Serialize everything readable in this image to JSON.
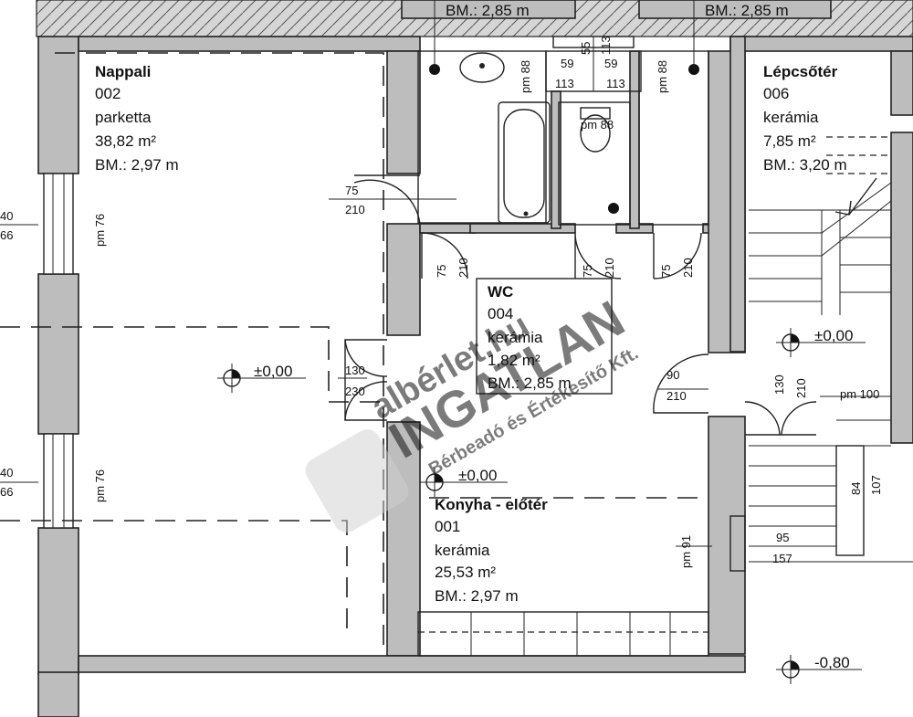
{
  "rooms": {
    "nappali": {
      "name": "Nappali",
      "number": "002",
      "floor": "parketta",
      "area": "38,82 m²",
      "height": "BM.: 2,97 m"
    },
    "wc": {
      "name": "WC",
      "number": "004",
      "floor": "kerámia",
      "area": "1,82 m²",
      "height": "BM.: 2,85 m"
    },
    "lepcsoter": {
      "name": "Lépcsőtér",
      "number": "006",
      "floor": "kerámia",
      "area": "7,85 m²",
      "height": "BM.: 3,20 m"
    },
    "konyha": {
      "name": "Konyha - előtér",
      "number": "001",
      "floor": "kerámia",
      "area": "25,53 m²",
      "height": "BM.: 2,97 m"
    }
  },
  "top_heights": {
    "left": "BM.: 2,85 m",
    "right": "BM.: 2,85 m"
  },
  "levels": {
    "nappali": "±0,00",
    "konyha": "±0,00",
    "lepcso": "±0,00",
    "outside": "-0,80"
  },
  "dims": {
    "win_left_1_a": "40",
    "win_left_1_b": "66",
    "win_left_2_a": "40",
    "win_left_2_b": "66",
    "pm76_a": "pm 76",
    "pm76_b": "pm 76",
    "door_bath_w": "75",
    "door_bath_h": "210",
    "door_nappali_w": "130",
    "door_nappali_h": "230",
    "door_75a": "75",
    "door_210a": "210",
    "door_75b": "75",
    "door_210b": "210",
    "door_75c": "75",
    "door_210c": "210",
    "pm88_a": "pm 88",
    "pm88_b": "pm 88",
    "pm88_c": "pm 88",
    "w59a": "59",
    "w113a": "113",
    "w59b": "59",
    "w113b": "113",
    "w55": "55",
    "w113v": "113",
    "door_lep_w": "90",
    "door_lep_h": "210",
    "door_lep2_w": "130",
    "door_lep2_h": "210",
    "pm100": "pm 100",
    "d84": "84",
    "d107": "107",
    "pm91": "pm 91",
    "d95": "95",
    "d157": "157"
  },
  "watermark": {
    "brand": "albérlet.hu",
    "big": "INGATLAN",
    "sub": "Bérbeadó és Értékesítő Kft."
  },
  "colors": {
    "wall": "#bdbdbd",
    "line": "#222222"
  }
}
